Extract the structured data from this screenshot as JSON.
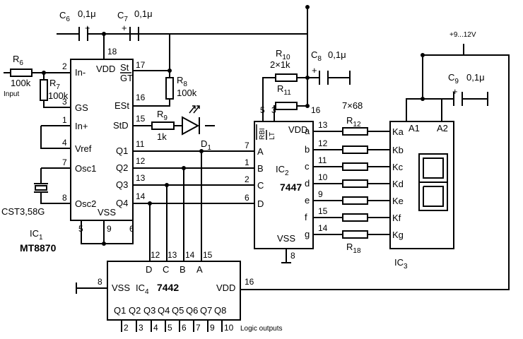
{
  "ic1": {
    "ref": "IC",
    "sub": "1",
    "part": "MT8870",
    "pins_left": [
      {
        "num": "2",
        "name": "In-"
      },
      {
        "num": "3",
        "name": "GS"
      },
      {
        "num": "1",
        "name": "In+"
      },
      {
        "num": "4",
        "name": "Vref"
      },
      {
        "num": "7",
        "name": "Osc1"
      },
      {
        "num": "8",
        "name": "Osc2"
      }
    ],
    "vdd": "VDD",
    "vss": "VSS",
    "st_gt": "St",
    "gt": "GT",
    "est": "ESt",
    "std": "StD",
    "pin_top": "18",
    "pin_17": "17",
    "pin_16": "16",
    "pin_15": "15",
    "outputs": [
      {
        "num": "11",
        "name": "Q1"
      },
      {
        "num": "12",
        "name": "Q2"
      },
      {
        "num": "13",
        "name": "Q3"
      },
      {
        "num": "14",
        "name": "Q4"
      }
    ],
    "bottom_pins": [
      "5",
      "9",
      "6"
    ]
  },
  "ic2": {
    "ref": "IC",
    "sub": "2",
    "part": "7447",
    "inputs": [
      {
        "num": "7",
        "name": "A"
      },
      {
        "num": "1",
        "name": "B"
      },
      {
        "num": "2",
        "name": "C"
      },
      {
        "num": "6",
        "name": "D"
      }
    ],
    "outputs": [
      {
        "num": "13",
        "name": "a"
      },
      {
        "num": "12",
        "name": "b"
      },
      {
        "num": "11",
        "name": "c"
      },
      {
        "num": "10",
        "name": "d"
      },
      {
        "num": "9",
        "name": "e"
      },
      {
        "num": "15",
        "name": "f"
      },
      {
        "num": "14",
        "name": "g"
      }
    ],
    "rbi": "RBI",
    "lt": "LT",
    "pin_rbi": "5",
    "pin_lt": "3",
    "pin_vdd": "16",
    "vdd": "VDD",
    "vss": "VSS",
    "pin_vss": "8"
  },
  "ic3": {
    "ref": "IC",
    "sub": "3",
    "anodes": [
      "A1",
      "A2"
    ],
    "cathodes": [
      "Ka",
      "Kb",
      "Kc",
      "Kd",
      "Ke",
      "Kf",
      "Kg"
    ]
  },
  "ic4": {
    "ref": "IC",
    "sub": "4",
    "part": "7442",
    "inputs": [
      {
        "num": "12",
        "name": "D"
      },
      {
        "num": "13",
        "name": "C"
      },
      {
        "num": "14",
        "name": "B"
      },
      {
        "num": "15",
        "name": "A"
      }
    ],
    "vss": "VSS",
    "pin_vss": "8",
    "vdd": "VDD",
    "pin_vdd": "16",
    "outputs": [
      {
        "num": "2",
        "name": "Q1"
      },
      {
        "num": "3",
        "name": "Q2"
      },
      {
        "num": "4",
        "name": "Q3"
      },
      {
        "num": "5",
        "name": "Q4"
      },
      {
        "num": "6",
        "name": "Q5"
      },
      {
        "num": "7",
        "name": "Q6"
      },
      {
        "num": "9",
        "name": "Q7"
      },
      {
        "num": "10",
        "name": "Q8"
      }
    ],
    "outputs_label": "Logic outputs"
  },
  "components": {
    "c6": {
      "ref": "C",
      "sub": "6",
      "value": "0,1μ"
    },
    "c7": {
      "ref": "C",
      "sub": "7",
      "value": "0,1μ"
    },
    "c8": {
      "ref": "C",
      "sub": "8",
      "value": "0,1μ"
    },
    "c9": {
      "ref": "C",
      "sub": "9",
      "value": "0,1μ"
    },
    "r6": {
      "ref": "R",
      "sub": "6",
      "value": "100k"
    },
    "r7": {
      "ref": "R",
      "sub": "7",
      "value": "100k"
    },
    "r8": {
      "ref": "R",
      "sub": "8",
      "value": "100k"
    },
    "r9": {
      "ref": "R",
      "sub": "9",
      "value": "1k"
    },
    "r10": {
      "ref": "R",
      "sub": "10",
      "value": "2×1k"
    },
    "r11": {
      "ref": "R",
      "sub": "11"
    },
    "r12": {
      "ref": "R",
      "sub": "12",
      "array": "7×68"
    },
    "r18": {
      "ref": "R",
      "sub": "18"
    },
    "d1": {
      "ref": "D",
      "sub": "1"
    },
    "xtal": {
      "value": "CST3,58G"
    }
  },
  "labels": {
    "input": "Input",
    "supply": "+9...12V",
    "plus": "+"
  },
  "display": {
    "digit": "8",
    "color": "#000000"
  }
}
